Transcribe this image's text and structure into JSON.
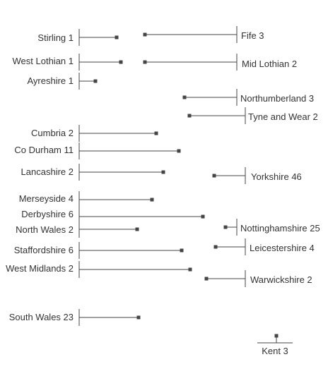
{
  "chart_data": {
    "type": "dot",
    "color": "#444444",
    "background": "#ffffff",
    "entries": [
      {
        "label": "Stirling 1",
        "side": "left",
        "value": 1
      },
      {
        "label": "Fife 3",
        "side": "right",
        "value": 3
      },
      {
        "label": "West Lothian 1",
        "side": "left",
        "value": 1
      },
      {
        "label": "Mid Lothian 2",
        "side": "right",
        "value": 2
      },
      {
        "label": "Ayreshire 1",
        "side": "left",
        "value": 1
      },
      {
        "label": "Northumberland 3",
        "side": "right",
        "value": 3
      },
      {
        "label": "Tyne and Wear 2",
        "side": "right",
        "value": 2
      },
      {
        "label": "Cumbria 2",
        "side": "left",
        "value": 2
      },
      {
        "label": "Co Durham 11",
        "side": "left",
        "value": 11
      },
      {
        "label": "Lancashire 2",
        "side": "left",
        "value": 2
      },
      {
        "label": "Yorkshire 46",
        "side": "right",
        "value": 46
      },
      {
        "label": "Merseyside 4",
        "side": "left",
        "value": 4
      },
      {
        "label": "Derbyshire 6",
        "side": "left",
        "value": 6
      },
      {
        "label": "North Wales 2",
        "side": "left",
        "value": 2
      },
      {
        "label": "Nottinghamshire 25",
        "side": "right",
        "value": 25
      },
      {
        "label": "Staffordshire 6",
        "side": "left",
        "value": 6
      },
      {
        "label": "Leicestershire 4",
        "side": "right",
        "value": 4
      },
      {
        "label": "West Midlands 2",
        "side": "left",
        "value": 2
      },
      {
        "label": "Warwickshire 2",
        "side": "right",
        "value": 2
      },
      {
        "label": "South Wales 23",
        "side": "left",
        "value": 23
      },
      {
        "label": "Kent 3",
        "side": "bottom",
        "value": 3
      }
    ]
  }
}
